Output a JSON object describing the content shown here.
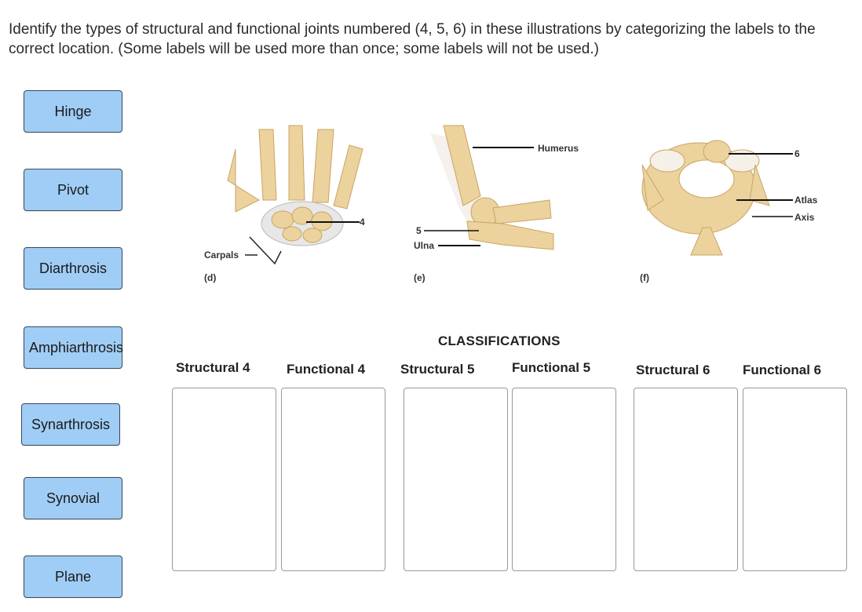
{
  "question": {
    "text": "Identify the types of structural and functional joints numbered (4, 5, 6) in these illustrations by categorizing the labels to the correct location. (Some labels will be used more than once; some labels will not be used.)"
  },
  "labels": [
    "Hinge",
    "Pivot",
    "Diarthrosis",
    "Amphiarthrosis",
    "Synarthrosis",
    "Synovial",
    "Plane"
  ],
  "figures": {
    "d": {
      "caption": "(d)",
      "carpals": "Carpals",
      "number": "4"
    },
    "e": {
      "caption": "(e)",
      "humerus": "Humerus",
      "ulna": "Ulna",
      "number": "5"
    },
    "f": {
      "caption": "(f)",
      "atlas": "Atlas",
      "axis": "Axis",
      "number": "6"
    }
  },
  "classifications": {
    "title": "CLASSIFICATIONS",
    "columns": [
      "Structural 4",
      "Functional 4",
      "Structural 5",
      "Functional 5",
      "Structural 6",
      "Functional 6"
    ]
  },
  "colors": {
    "tile": "#9fcdf5",
    "tile_border": "#3b4a5a",
    "bone": "#ecd29c",
    "bone_shade": "#c9a565"
  }
}
